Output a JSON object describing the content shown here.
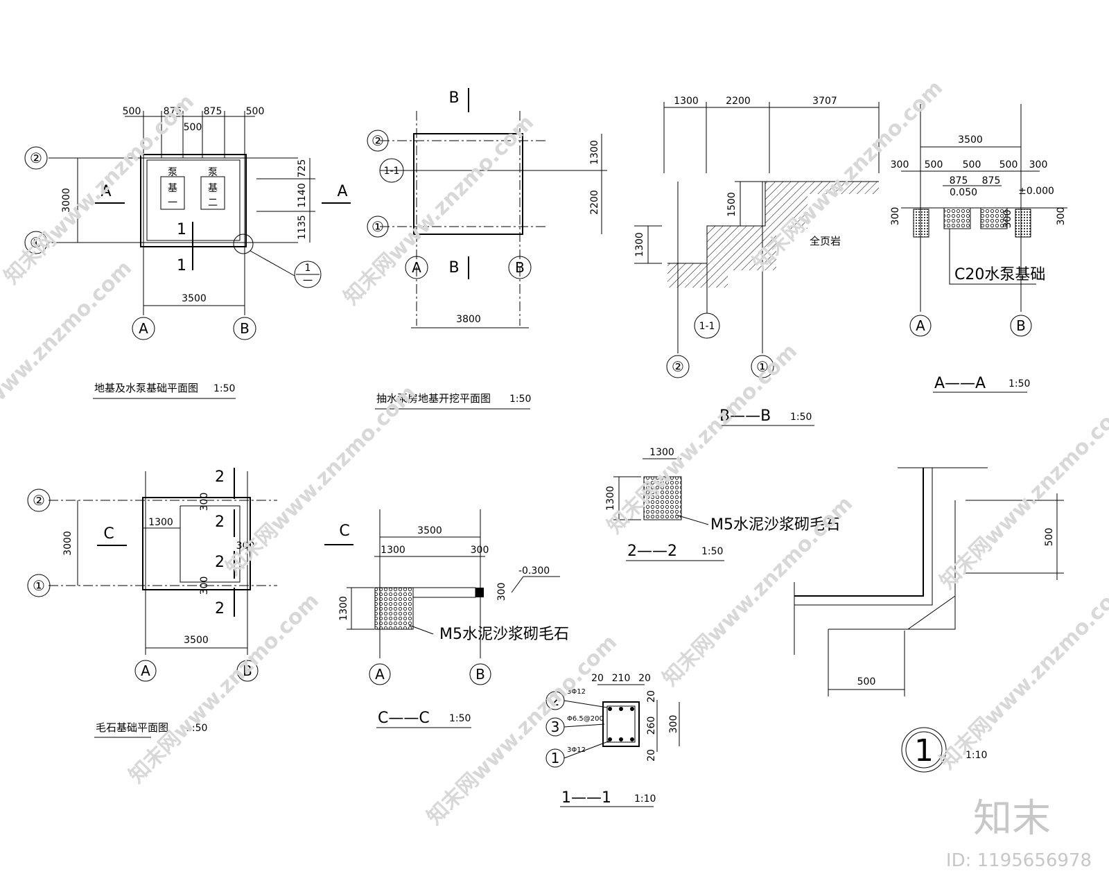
{
  "watermarks": [
    "知末网www.znzmo.com"
  ],
  "brand": {
    "logo_text": "知末",
    "id_text": "ID: 1195656978"
  },
  "plan1": {
    "title": "地基及水泵基础平面图",
    "scale": "1:50",
    "dims_top": [
      "500",
      "875",
      "875",
      "500"
    ],
    "dim_top_mid": "500",
    "dim_left": "3000",
    "dims_right": [
      "725",
      "1140",
      "1135"
    ],
    "dim_bottom": "3500",
    "axis_rows": [
      "②",
      "①"
    ],
    "axis_cols": [
      "A",
      "B"
    ],
    "section_mark": "A",
    "section_1": "1",
    "pump1": [
      "泵",
      "基",
      "一"
    ],
    "pump2": [
      "泵",
      "基",
      "二"
    ],
    "detail_callout_top": "1",
    "detail_callout_bottom": "一"
  },
  "plan2": {
    "title": "抽水泵房地基开挖平面图",
    "scale": "1:50",
    "section_mark": "B",
    "axis_rows": [
      "②",
      "1-1",
      "①"
    ],
    "axis_cols": [
      "A",
      "B"
    ],
    "dims_right": [
      "1300",
      "2200"
    ],
    "dim_bottom": "3800"
  },
  "secBB": {
    "title": "B——B",
    "scale": "1:50",
    "dims_top": [
      "1300",
      "2200",
      "3707"
    ],
    "dim_left": "1300",
    "dim_step": "1500",
    "rock_label": "全页岩",
    "axis_labels": [
      "1-1",
      "②",
      "①"
    ]
  },
  "secAA": {
    "title": "A——A",
    "scale": "1:50",
    "dim_top": "3500",
    "dims_top2": [
      "300",
      "500",
      "500",
      "500",
      "300"
    ],
    "dims_top3": [
      "875",
      "875"
    ],
    "elev_pump": "0.050",
    "elev_floor": "±0.000",
    "dim_left": "300",
    "dim_right": "300",
    "dim_mid": "300",
    "note": "C20水泵基础",
    "axis_cols": [
      "A",
      "B"
    ]
  },
  "plan3": {
    "title": "毛石基础平面图",
    "scale": "1:50",
    "section_mark": "C",
    "cut_mark": "2",
    "dim_left": "3000",
    "dim_inner": "1300",
    "dim_wall_top": "300",
    "dim_wall_right": "300",
    "dim_wall_bottom": "300",
    "dim_bottom": "3500",
    "axis_rows": [
      "②",
      "①"
    ],
    "axis_cols": [
      "A",
      "B"
    ]
  },
  "secCC": {
    "title": "C——C",
    "scale": "1:50",
    "section_mark": "C",
    "dim_top": "3500",
    "dim_top_left": "1300",
    "dim_top_right": "300",
    "dim_left": "1300",
    "dim_beam": "300",
    "elev": "-0.300",
    "note": "M5水泥沙浆砌毛石",
    "axis_cols": [
      "A",
      "B"
    ]
  },
  "sec22": {
    "title": "2——2",
    "scale": "1:50",
    "dim_top": "1300",
    "dim_left": "1300",
    "note": "M5水泥沙浆砌毛石"
  },
  "sec11": {
    "title": "1——1",
    "scale": "1:10",
    "dims_top": [
      "20",
      "210",
      "20"
    ],
    "dims_right": [
      "20",
      "260",
      "20"
    ],
    "dim_total": "300",
    "bar_labels": [
      "2",
      "3",
      "1"
    ],
    "bar_specs": [
      "3Φ12",
      "Φ6.5@200",
      "3Φ12"
    ]
  },
  "detail1": {
    "label": "1",
    "scale": "1:10",
    "dim_right": "500",
    "dim_bottom": "500"
  }
}
